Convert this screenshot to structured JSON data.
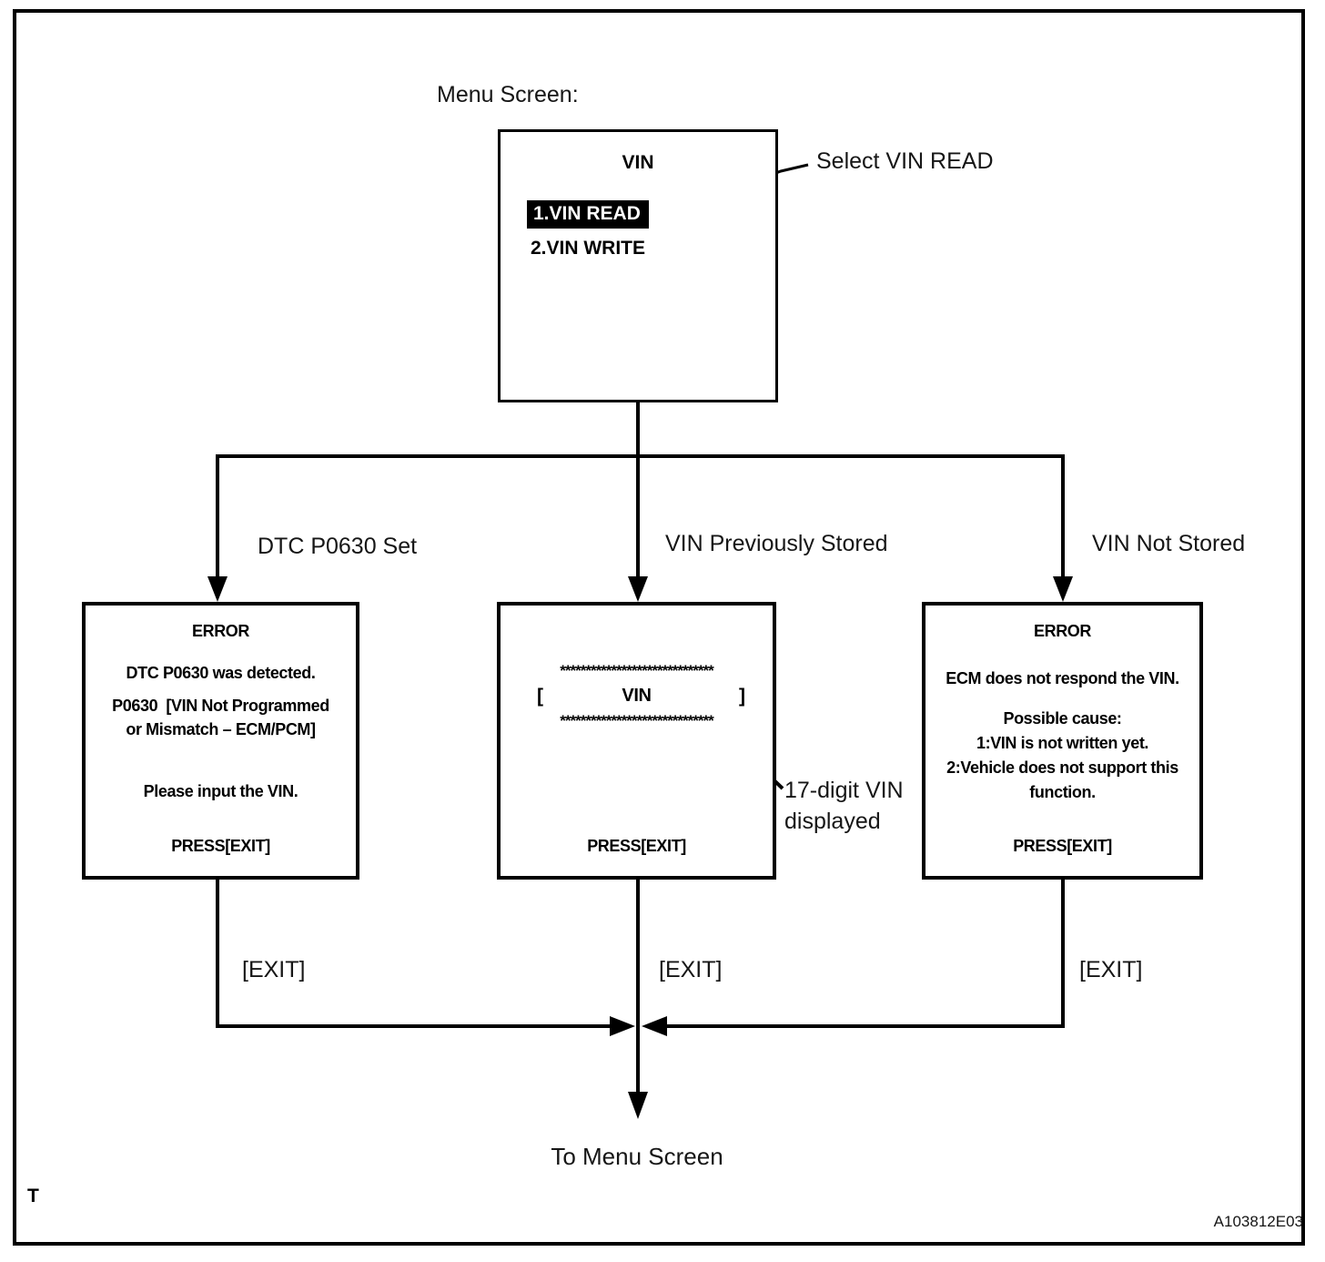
{
  "figure_code": "A103812E03",
  "corner_mark": "T",
  "menu_screen_label": "Menu Screen:",
  "menu_screen": {
    "title": "VIN",
    "item_selected": "1.VIN READ",
    "item_2": "2.VIN WRITE"
  },
  "annotations": {
    "select_vin_read": "Select VIN READ",
    "vin_displayed_line1": "17-digit VIN",
    "vin_displayed_line2": "displayed"
  },
  "branch_labels": {
    "left": "DTC P0630 Set",
    "center": "VIN Previously Stored",
    "right": "VIN Not Stored"
  },
  "left_screen": {
    "title": "ERROR",
    "lines": [
      "DTC P0630 was detected.",
      "P0630  [VIN Not Programmed",
      "or Mismatch – ECM/PCM]",
      "Please input the VIN."
    ],
    "footer": "PRESS[EXIT]"
  },
  "center_screen": {
    "stars_top": "******************************",
    "bracket_open": "[",
    "vin_label": "VIN",
    "bracket_close": "]",
    "stars_bottom": "******************************",
    "footer": "PRESS[EXIT]"
  },
  "right_screen": {
    "title": "ERROR",
    "lines": [
      "ECM does not respond the VIN.",
      "Possible cause:",
      "1:VIN is not written yet.",
      "2:Vehicle does not support this",
      "function."
    ],
    "footer": "PRESS[EXIT]"
  },
  "exit_labels": {
    "left": "[EXIT]",
    "center": "[EXIT]",
    "right": "[EXIT]"
  },
  "to_menu_screen": "To Menu Screen",
  "colors": {
    "ink": "#000000",
    "paper": "#ffffff"
  }
}
